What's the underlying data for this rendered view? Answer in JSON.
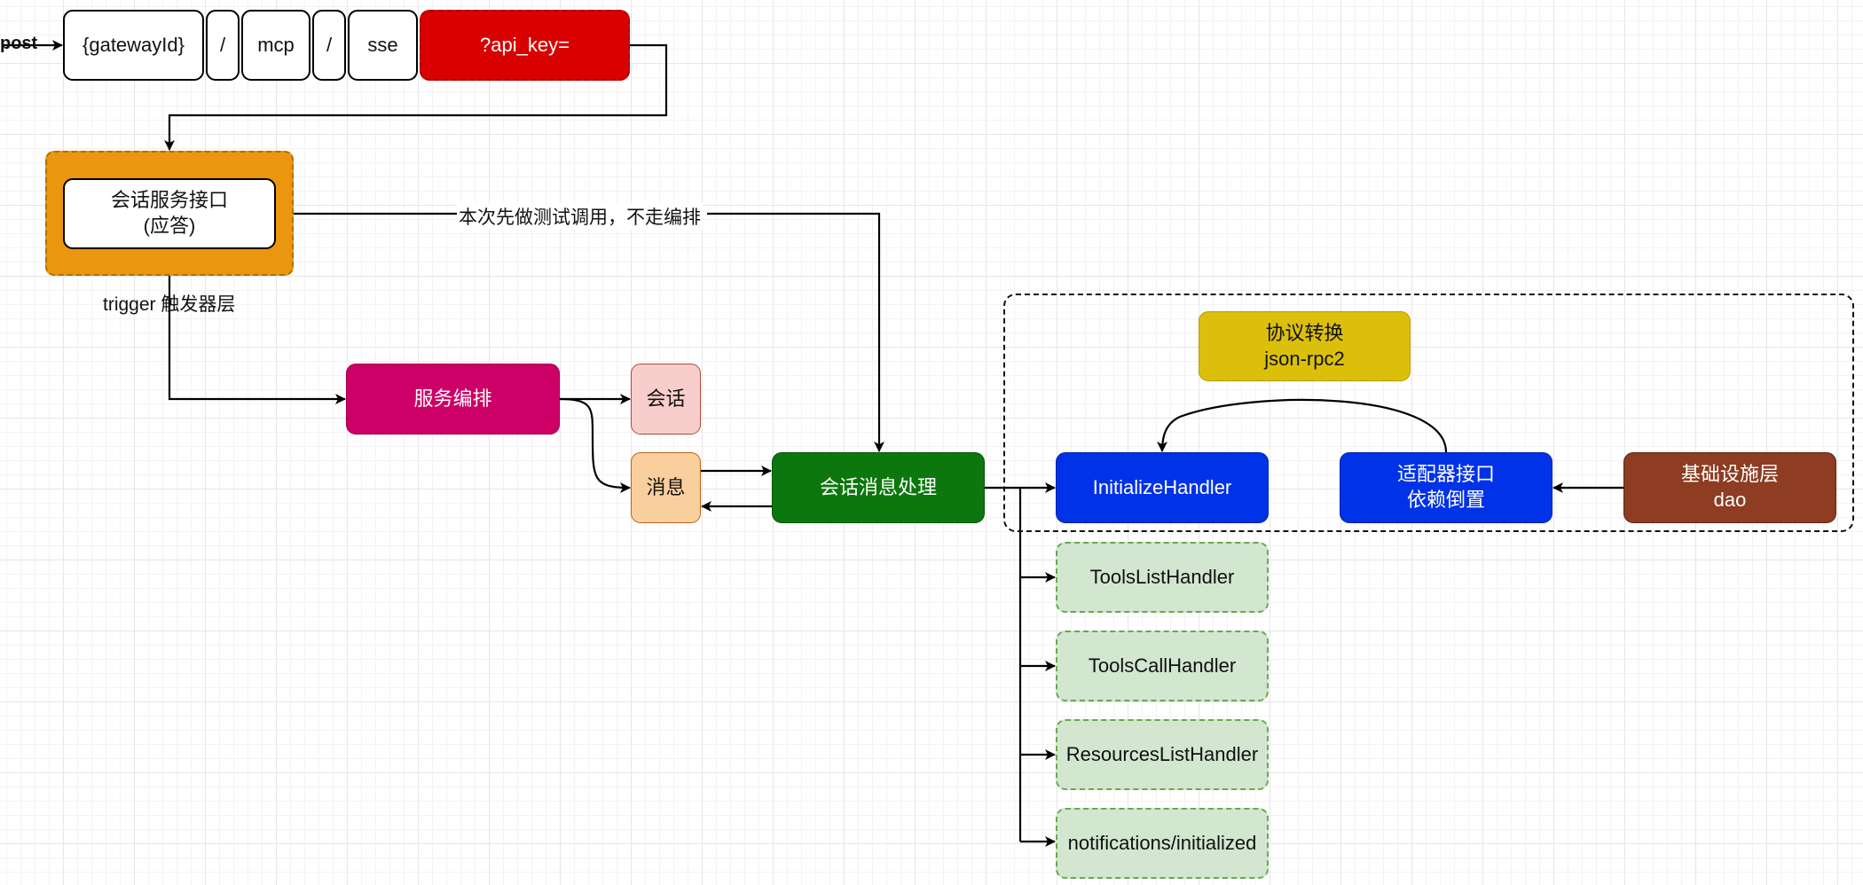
{
  "url_bar": {
    "method_label": "post",
    "segments": [
      "{gatewayId}",
      "/",
      "mcp",
      "/",
      "sse"
    ],
    "api_key": "?api_key="
  },
  "trigger": {
    "interface": "会话服务接口\n(应答)",
    "layer_label": "trigger 触发器层"
  },
  "edge_label_direct": "本次先做测试调用，不走编排",
  "orchestration": {
    "service": "服务编排",
    "session": "会话",
    "message": "消息",
    "processor": "会话消息处理"
  },
  "domain_group": {
    "protocol": "协议转换\njson-rpc2",
    "initialize_handler": "InitializeHandler",
    "adapter": "适配器接口\n依赖倒置",
    "infrastructure": "基础设施层\ndao"
  },
  "handlers": [
    "ToolsListHandler",
    "ToolsCallHandler",
    "ResourcesListHandler",
    "notifications/initialized"
  ],
  "colors": {
    "api_key": "#d80000",
    "trigger": "#ea960f",
    "service": "#cc0066",
    "session": "#f8cecc",
    "message": "#f9cf9d",
    "processor": "#0c770c",
    "handler_blue": "#0032e8",
    "protocol": "#dbbf0a",
    "infrastructure": "#8e3c22",
    "handler_green": "#d2e6d0"
  }
}
